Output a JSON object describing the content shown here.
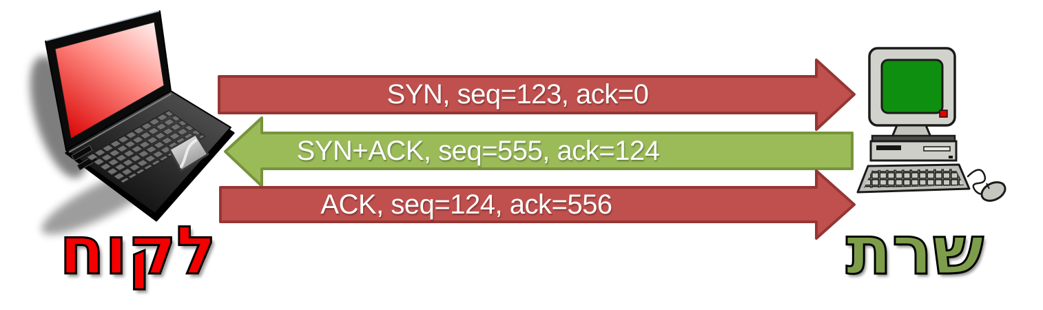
{
  "background": "#FFFFFF",
  "nodes": {
    "client": {
      "label": "לקוח",
      "label_color": "#F40000",
      "device": "laptop",
      "screen_color": "#DD0000"
    },
    "server": {
      "label": "שרת",
      "label_color": "#7E9D4A",
      "device": "desktop-computer",
      "screen_color": "#0F8F0F"
    }
  },
  "messages": [
    {
      "text": "SYN, seq=123, ack=0",
      "from": "client",
      "to": "server",
      "fill": "#C0504D",
      "border": "#943634",
      "text_color": "#FFFFFF"
    },
    {
      "text": "SYN+ACK, seq=555, ack=124",
      "from": "server",
      "to": "client",
      "fill": "#9BBB59",
      "border": "#77933C",
      "text_color": "#FFFFFF"
    },
    {
      "text": "ACK, seq=124, ack=556",
      "from": "client",
      "to": "server",
      "fill": "#C0504D",
      "border": "#943634",
      "text_color": "#FFFFFF"
    }
  ]
}
